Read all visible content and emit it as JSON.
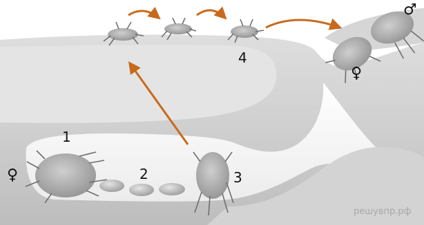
{
  "labels": {
    "stage_1": "1",
    "stage_2": "2",
    "stage_3": "3",
    "stage_4": "4",
    "female_in_burrow": "♀",
    "female_on_surface": "♀",
    "male_on_surface": "♂"
  },
  "watermark": "решувпр.рф",
  "colors": {
    "arrow": "#c8691c",
    "skin": "#c7c7c7",
    "tunnel": "#f3f3f3",
    "mite_body": "#9a9a9a",
    "egg": "#b0b0b0"
  },
  "icons": [
    "female-symbol",
    "male-symbol",
    "mite-icon",
    "egg-icon",
    "arrow-icon"
  ]
}
